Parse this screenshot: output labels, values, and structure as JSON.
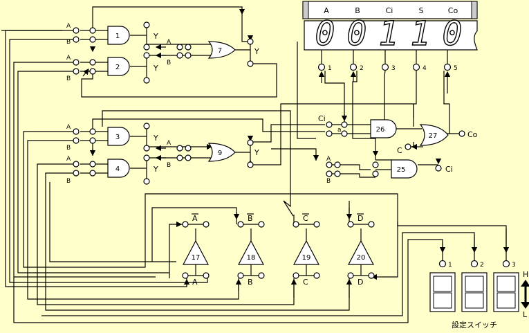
{
  "display": {
    "headers": [
      "A",
      "B",
      "Ci",
      "S",
      "Co"
    ],
    "digits": [
      "0",
      "0",
      "1",
      "1",
      "0"
    ],
    "outputs": [
      "1",
      "2",
      "3",
      "4",
      "5"
    ]
  },
  "gates": {
    "and": [
      "1",
      "2",
      "3",
      "4",
      "25",
      "26"
    ],
    "or": [
      "7",
      "9",
      "27"
    ],
    "buffer": [
      "17",
      "18",
      "19",
      "20"
    ]
  },
  "labels": {
    "A": "A",
    "B": "B",
    "Y": "Y",
    "C": "C",
    "D": "D",
    "Ci": "Ci",
    "Co": "Co",
    "C_plain": "C",
    "a": "a"
  },
  "switches": {
    "title": "設定スイッチ",
    "ids": [
      "1",
      "2",
      "3"
    ],
    "high": "H",
    "low": "L"
  }
}
